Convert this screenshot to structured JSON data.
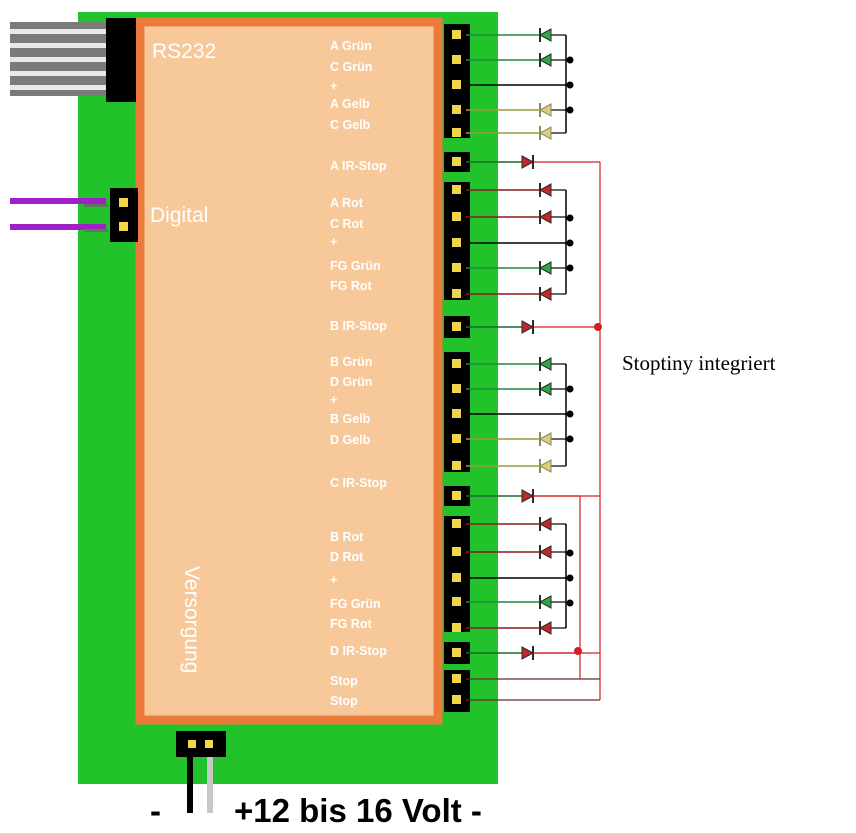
{
  "board": {
    "rs232_label": "RS232",
    "digital_label": "Digital",
    "supply_label": "Versorgung"
  },
  "connector_labels": [
    "A Grün",
    "C Grün",
    "+",
    "A Gelb",
    "C Gelb",
    "A IR-Stop",
    "A Rot",
    "C Rot",
    "+",
    "FG Grün",
    "FG Rot",
    "B IR-Stop",
    "B Grün",
    "D Grün",
    "+",
    "B Gelb",
    "D Gelb",
    "C IR-Stop",
    "B Rot",
    "D Rot",
    "+",
    "FG Grün",
    "FG Rot",
    "D IR-Stop",
    "Stop",
    "Stop"
  ],
  "annotation": "Stoptiny integriert",
  "power_label": {
    "minus_left": "-",
    "text": "+12 bis 16 Volt -"
  },
  "colors": {
    "pcb_green": "#22c32a",
    "chip_fill": "#f7c99a",
    "chip_border": "#ec7a3a",
    "led_green": "#2fa64a",
    "led_yellow": "#d6d07a",
    "led_red": "#c0282a",
    "wire_red": "#d42020",
    "pin_black": "#000000",
    "pin_yellow": "#f2d64a"
  }
}
